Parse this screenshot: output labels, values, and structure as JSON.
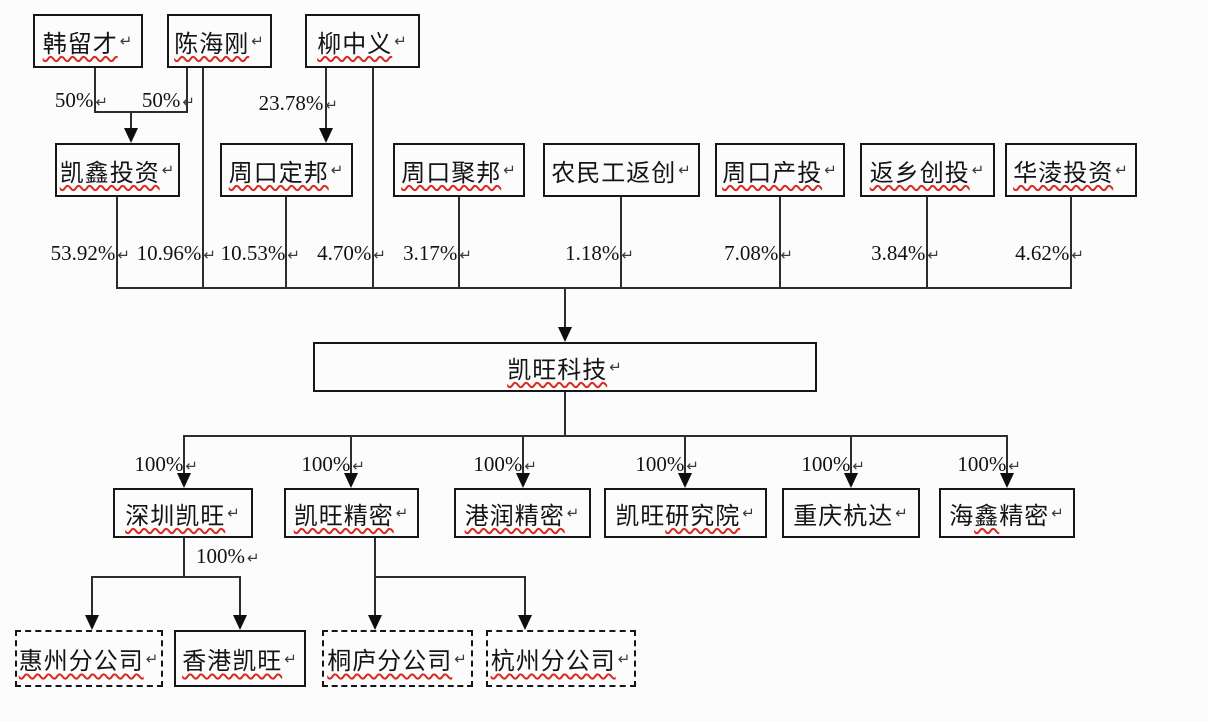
{
  "marks": {
    "ret": "↵"
  },
  "colors": {
    "line": "#2d2d2d",
    "box_border": "#161616",
    "spellcheck_underline": "#d92b1e",
    "background": "#fdfcfc"
  },
  "nodes": {
    "han_liucai": {
      "label": "韩留才"
    },
    "chen_haigang": {
      "label": "陈海刚"
    },
    "liu_zhongyi": {
      "label": "柳中义"
    },
    "kaixin_touzi": {
      "label": "凯鑫投资"
    },
    "zhoukou_dingbang": {
      "label": "周口定邦"
    },
    "zhoukou_jubang": {
      "label": "周口聚邦"
    },
    "nongmingong_fanchuang": {
      "label": "农民工返创"
    },
    "zhoukou_chantou": {
      "label": "周口产投"
    },
    "fanxiang_chuangtou": {
      "label": "返乡创投"
    },
    "hualing_touzi": {
      "label": "华淩投资"
    },
    "kaiwang_keji": {
      "label": "凯旺科技"
    },
    "shenzhen_kaiwang": {
      "label": "深圳凯旺"
    },
    "kaiwang_jingmi": {
      "label": "凯旺精密"
    },
    "gangrun_jingmi": {
      "label": "港润精密"
    },
    "kaiwang_yanjiuyuan": {
      "label_plain": "凯旺",
      "label_marked": "研究院"
    },
    "chongqing_hangda": {
      "label": "重庆杭达"
    },
    "haixin_jingmi": {
      "seg_plain1": "海",
      "seg_marked": "鑫",
      "seg_plain2": "精密"
    },
    "huizhou_fengongsi": {
      "label": "惠州分公司"
    },
    "xianggang_kaiwang": {
      "label": "香港凯旺"
    },
    "tonglu_fengongsi": {
      "label": "桐庐分公司"
    },
    "hangzhou_fengongsi": {
      "label": "杭州分公司"
    }
  },
  "edge_labels": {
    "han_to_kaixin": "50%",
    "chen_to_kaixin": "50%",
    "liu_to_dingbang": "23.78%",
    "kaixin_stake": "53.92%",
    "chen_direct_stake": "10.96%",
    "dingbang_stake": "10.53%",
    "liu_direct_stake": "4.70%",
    "jubang_stake": "3.17%",
    "nongmingong_stake": "1.18%",
    "chantou_stake": "7.08%",
    "fanxiang_stake": "3.84%",
    "hualing_stake": "4.62%",
    "to_shenzhen_kaiwang": "100%",
    "to_kaiwang_jingmi": "100%",
    "to_gangrun_jingmi": "100%",
    "to_kaiwang_yanjiuyuan": "100%",
    "to_chongqing_hangda": "100%",
    "to_haixin_jingmi": "100%",
    "shenzhen_to_branches": "100%"
  }
}
